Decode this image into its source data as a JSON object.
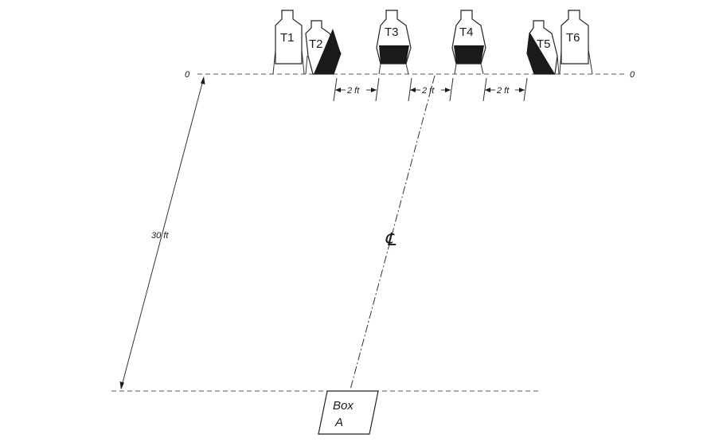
{
  "diagram": {
    "targets": [
      {
        "label": "T1",
        "shading": "none"
      },
      {
        "label": "T2",
        "shading": "diagonal-right"
      },
      {
        "label": "T3",
        "shading": "lower-band"
      },
      {
        "label": "T4",
        "shading": "lower-band"
      },
      {
        "label": "T5",
        "shading": "diagonal-left"
      },
      {
        "label": "T6",
        "shading": "none"
      }
    ],
    "zero_left": "0",
    "zero_right": "0",
    "spacing_labels": [
      "2 ft",
      "2 ft",
      "2 ft"
    ],
    "distance_label": "30 ft",
    "centerline_symbol": "℄",
    "box": {
      "line1": "Box",
      "line2": "A"
    }
  }
}
